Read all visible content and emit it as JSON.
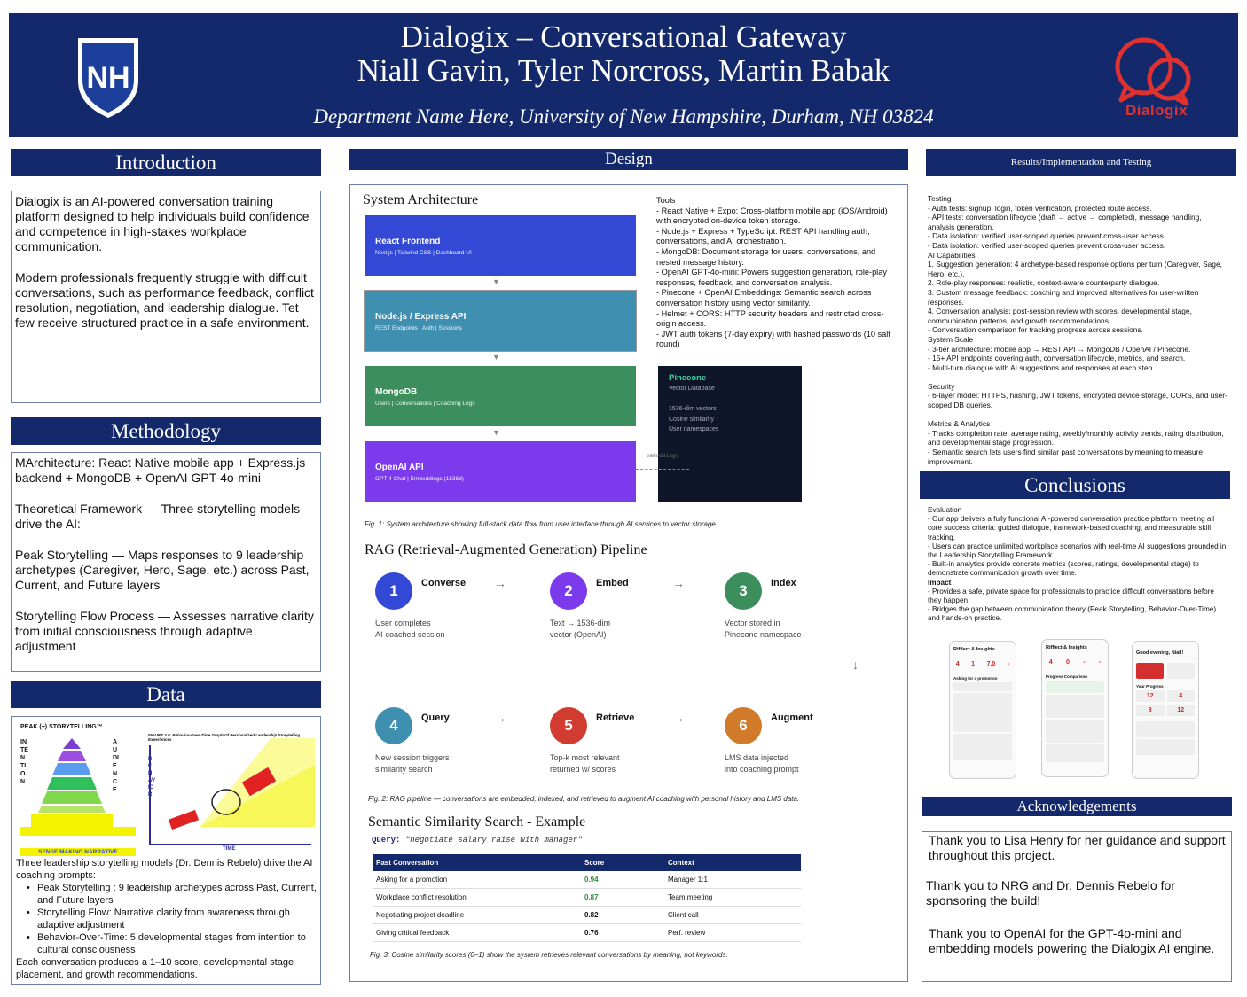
{
  "header": {
    "title_line1": "Dialogix – Conversational Gateway",
    "title_line2": "Niall Gavin, Tyler Norcross, Martin Babak",
    "department": "Department Name Here, University of New Hampshire, Durham, NH 03824",
    "unh_logo_text": "NH",
    "dialogix_logo_text": "Dialogix",
    "brand_color": "#13296b",
    "accent_color": "#e03131"
  },
  "introduction": {
    "heading": "Introduction",
    "p1": "Dialogix is an AI-powered conversation training platform designed to help individuals build confidence and competence in high-stakes workplace communication.",
    "p2": "Modern professionals frequently struggle with difficult conversations, such as performance feedback, conflict resolution, negotiation, and leadership dialogue. Tet few receive structured practice in a safe environment."
  },
  "methodology": {
    "heading": "Methodology",
    "p1": "MArchitecture: React Native mobile app + Express.js backend + MongoDB + OpenAI GPT-4o-mini",
    "p2": "Theoretical Framework — Three storytelling models drive the AI:",
    "p3": "Peak Storytelling — Maps responses to 9 leadership archetypes (Caregiver, Hero, Sage, etc.) across Past, Current, and Future layers",
    "p4": "Storytelling Flow Process — Assesses narrative clarity from initial consciousness through adaptive adjustment"
  },
  "data": {
    "heading": "Data",
    "figure_peak_title": "PEAK (+) STORYTELLING™",
    "figure_peak_footer": "SENSE MAKING NARRATIVE",
    "figure_left_letters": "INTENTION",
    "figure_right_letters": "AUDIENCE",
    "figure_chart_title": "FIGURE 3.0: Behavior-Over-Time Graph Of Personalized Leadership Storytelling Experiences",
    "figure_y_label": "BEHAVIOR",
    "figure_x_label": "TIME",
    "intro": "Three leadership storytelling models (Dr. Dennis Rebelo) drive the AI coaching prompts:",
    "bullets": [
      "Peak Storytelling : 9 leadership archetypes across Past, Current, and Future layers",
      "Storytelling Flow: Narrative clarity from awareness through adaptive adjustment",
      "Behavior-Over-Time: 5 developmental stages from intention to cultural consciousness"
    ],
    "outro": "Each conversation produces a 1–10 score, developmental stage placement, and growth recommendations."
  },
  "design": {
    "heading": "Design",
    "arch_title": "System Architecture",
    "blocks": [
      {
        "title": "React Frontend",
        "sub": "Next.js  |  Tailwind CSS  |  Dashboard UI",
        "color": "#3349d6"
      },
      {
        "title": "Node.js / Express API",
        "sub": "REST Endpoints  |  Auth  |  Sessions",
        "color": "#3f8fb0"
      },
      {
        "title": "MongoDB",
        "sub": "Users  |  Conversations  |  Coaching Logs",
        "color": "#3c8f5c"
      },
      {
        "title": "OpenAI API",
        "sub": "GPT-4 Chat  |  Embeddings (1536d)",
        "color": "#7c3aed"
      }
    ],
    "arrow_glyph": "▼",
    "pinecone": {
      "title": "Pinecone",
      "sub": "Vector Database",
      "details": [
        "1536-dim vectors",
        "Cosine similarity",
        "User namespaces"
      ],
      "link_label": "embeddings",
      "color": "#0f1629"
    },
    "tools_title": "Tools",
    "tools": [
      "- React Native + Expo: Cross-platform mobile app (iOS/Android) with encrypted on-device token storage.",
      "- Node.js + Express + TypeScript: REST API handling auth, conversations, and AI orchestration.",
      "- MongoDB: Document storage for users, conversations, and nested message history.",
      "- OpenAI GPT-4o-mini: Powers suggestion generation, role-play responses, feedback, and conversation analysis.",
      "- Pinecone + OpenAI Embeddings: Semantic search across conversation history using vector similarity.",
      "- Helmet + CORS: HTTP security headers and restricted cross-origin access.",
      "- JWT auth tokens (7-day expiry) with hashed passwords (10 salt round)"
    ],
    "fig1": "Fig. 1: System architecture showing full-stack data flow from user interface through AI services to vector storage.",
    "rag_title": "RAG (Retrieval-Augmented Generation) Pipeline",
    "steps": [
      {
        "num": "1",
        "title": "Converse",
        "desc1": "User completes",
        "desc2": "AI-coached session",
        "color": "#3349d6"
      },
      {
        "num": "2",
        "title": "Embed",
        "desc1": "Text → 1536-dim",
        "desc2": "vector (OpenAI)",
        "color": "#7c3aed"
      },
      {
        "num": "3",
        "title": "Index",
        "desc1": "Vector stored in",
        "desc2": "Pinecone namespace",
        "color": "#3c8f5c"
      },
      {
        "num": "4",
        "title": "Query",
        "desc1": "New session triggers",
        "desc2": "similarity search",
        "color": "#3f8fb0"
      },
      {
        "num": "5",
        "title": "Retrieve",
        "desc1": "Top-k most relevant",
        "desc2": "returned w/ scores",
        "color": "#d23b2f"
      },
      {
        "num": "6",
        "title": "Augment",
        "desc1": "LMS data injected",
        "desc2": "into coaching prompt",
        "color": "#d07a2a"
      }
    ],
    "right_arrow": "→",
    "down_arrow": "↓",
    "fig2": "Fig. 2: RAG pipeline — conversations are embedded, indexed, and retrieved to augment AI coaching with personal history and LMS data.",
    "sem_title": "Semantic Similarity Search - Example",
    "query_label": "Query:",
    "query_text": "\"negotiate salary raise with manager\"",
    "table_headers": [
      "Past Conversation",
      "Score",
      "Context"
    ],
    "table_rows": [
      [
        "Asking for a promotion",
        "0.94",
        "Manager 1:1"
      ],
      [
        "Workplace conflict resolution",
        "0.87",
        "Team meeting"
      ],
      [
        "Negotiating project deadline",
        "0.82",
        "Client call"
      ],
      [
        "Giving critical feedback",
        "0.76",
        "Perf. review"
      ]
    ],
    "fig3": "Fig. 3: Cosine similarity scores (0–1) show the system retrieves relevant conversations by meaning, not keywords."
  },
  "results": {
    "heading": "Results/Implementation and Testing",
    "lines": [
      "Testing",
      "- Auth tests: signup, login, token verification, protected route access.",
      "- API tests: conversation lifecycle (draft → active → completed), message handling, analysis generation.",
      "- Data isolation: verified user-scoped queries prevent cross-user access.",
      "- Data isolation: verified user-scoped queries prevent cross-user access.",
      "AI Capabilities",
      "  1. Suggestion generation: 4 archetype-based response options per turn (Caregiver, Sage, Hero, etc.).",
      "  2. Role-play responses: realistic, context-aware counterparty dialogue.",
      "  3. Custom message feedback:  coaching and improved alternatives for user-written responses.",
      "  4. Conversation analysis:  post-session review with scores, developmental stage, communication patterns, and growth recommendations.",
      "- Conversation comparison for tracking progress across sessions.",
      "System Scale",
      "- 3-tier architecture: mobile app → REST API → MongoDB / OpenAI / Pinecone.",
      "- 15+ API endpoints covering auth, conversation lifecycle, metrics, and search.",
      "- Multi-turn dialogue with AI suggestions and responses at each step.",
      "",
      "Security",
      "- 6-layer model: HTTPS, hashing, JWT tokens, encrypted device storage, CORS, and user-scoped DB queries.",
      "",
      "Metrics & Analytics",
      "- Tracks completion rate, average rating, weekly/monthly activity trends, rating distribution, and developmental stage progression.",
      "- Semantic search lets users find similar past conversations by meaning to measure improvement."
    ]
  },
  "conclusions": {
    "heading": "Conclusions",
    "lines": [
      "Evaluation",
      "  - Our app delivers a fully functional AI-powered conversation practice platform meeting all core success criteria: guided dialogue, framework-based coaching, and measurable skill tracking.",
      "  - Users can practice unlimited workplace scenarios with real-time AI suggestions grounded in the Leadership Storytelling Framework.",
      "  - Built-in analytics provide concrete metrics (scores, ratings, developmental stage) to demonstrate communication growth over time."
    ],
    "impact_label": "Impact",
    "impact_lines": [
      "  - Provides a safe, private space for professionals to practice difficult conversations before they happen.",
      "  - Bridges the gap between communication theory (Peak Storytelling, Behavior-Over-Time) and hands-on practice."
    ],
    "phones": [
      {
        "title": "Rifflect & Insights",
        "nums": [
          "4",
          "1",
          "7.0",
          "-"
        ],
        "section": "Asking for a promotion"
      },
      {
        "title": "Rifflect & Insights",
        "nums": [
          "4",
          "0",
          "-",
          "-"
        ],
        "section": "Progress Comparison"
      },
      {
        "title": "Good evening, Niall!",
        "nums": [
          "12",
          "4",
          "8",
          "12"
        ],
        "section": "Your Progress"
      }
    ]
  },
  "acknowledgements": {
    "heading": "Acknowledgements",
    "p1": "Thank you to Lisa Henry for her guidance and support throughout this project.",
    "p2": "Thank you to NRG and Dr. Dennis Rebelo for sponsoring the build!",
    "p3": "Thank you to OpenAI for the GPT-4o-mini and embedding models powering the Dialogix AI engine."
  }
}
